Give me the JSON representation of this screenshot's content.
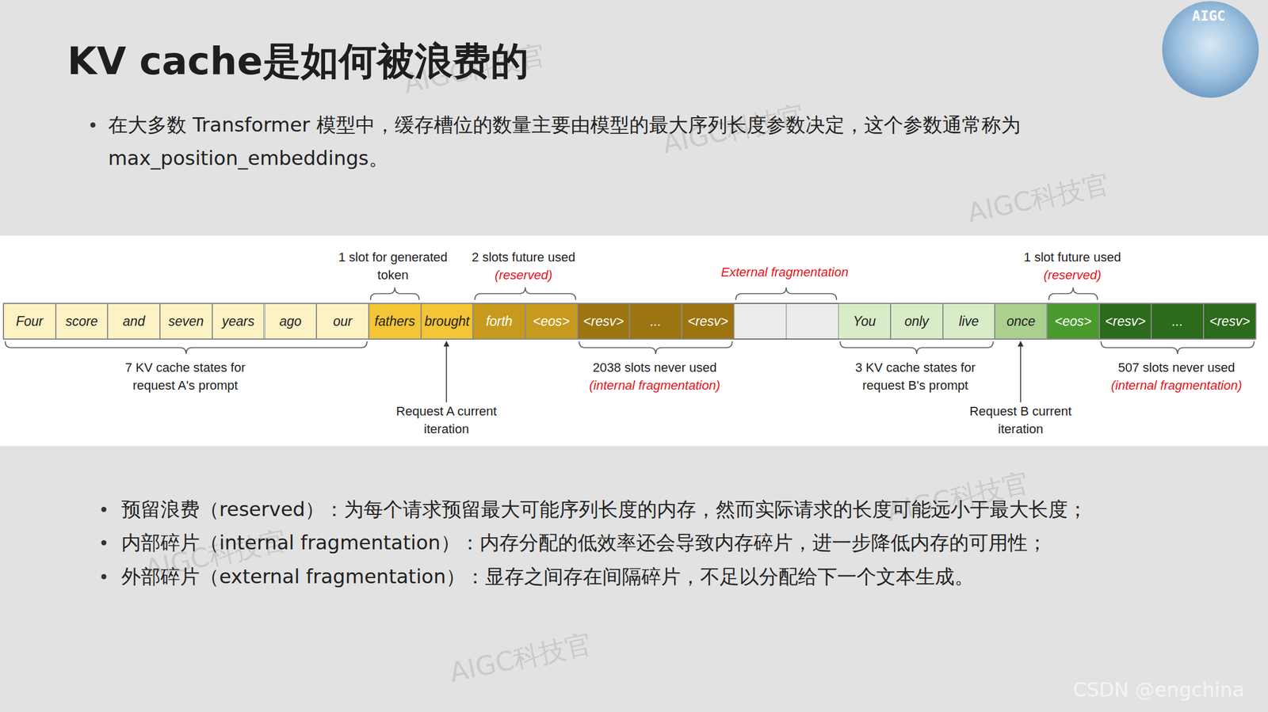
{
  "diagram": {
    "title": "KV cache是如何被浪费的",
    "nodes": [
      {
        "text": [
          "Four"
        ]
      },
      {
        "text": [
          "score"
        ]
      },
      {
        "text": [
          "and"
        ]
      },
      {
        "text": [
          "seven"
        ]
      },
      {
        "text": [
          "years"
        ]
      },
      {
        "text": [
          "ago"
        ]
      },
      {
        "text": [
          "our"
        ]
      },
      {
        "text": [
          "fathers"
        ]
      },
      {
        "text": [
          "brought"
        ]
      },
      {
        "text": [
          "forth"
        ]
      },
      {
        "text": [
          "<eos>"
        ]
      },
      {
        "text": [
          "<resv>"
        ]
      },
      {
        "text": [
          "..."
        ]
      },
      {
        "text": [
          "<resv>"
        ]
      },
      {
        "text": [
          "You"
        ]
      },
      {
        "text": [
          "only"
        ]
      },
      {
        "text": [
          "live"
        ]
      },
      {
        "text": [
          "once"
        ]
      },
      {
        "text": [
          "<eos>"
        ]
      },
      {
        "text": [
          "<resv>"
        ]
      },
      {
        "text": [
          "..."
        ]
      },
      {
        "text": [
          "<resv>"
        ]
      }
    ],
    "labels": [
      "1 slot for generated token",
      "2 slots future used",
      "(reserved)",
      "External fragmentation",
      "1 slot future used",
      "(reserved)",
      "7 KV cache states for request A's prompt",
      "2038 slots never used",
      "(internal fragmentation)",
      "Request A current iteration",
      "3 KV cache states for request B's prompt",
      "Request B current iteration",
      "507 slots never used",
      "(internal fragmentation)",
      "在大多数 Transformer 模型中，缓存槽位的数量主要由模型的最大序列长度参数决定，这个参数通常称为 max_position_embeddings。",
      "预留浪费（reserved）：为每个请求预留最大可能序列长度的内存，然而实际请求的长度可能远小于最大长度；",
      "内部碎片（internal fragmentation）：内存分配的低效率还会导致内存碎片，进一步降低内存的可用性；",
      "外部碎片（external fragmentation）：显存之间存在间隔碎片，不足以分配给下一个文本生成。",
      "AIGC科技官",
      "AIGC科技官",
      "AIGC科技官",
      "AIGC科技官",
      "AIGC科技官",
      "AIGC科技官",
      "CSDN @engchina",
      "AIGC"
    ]
  }
}
